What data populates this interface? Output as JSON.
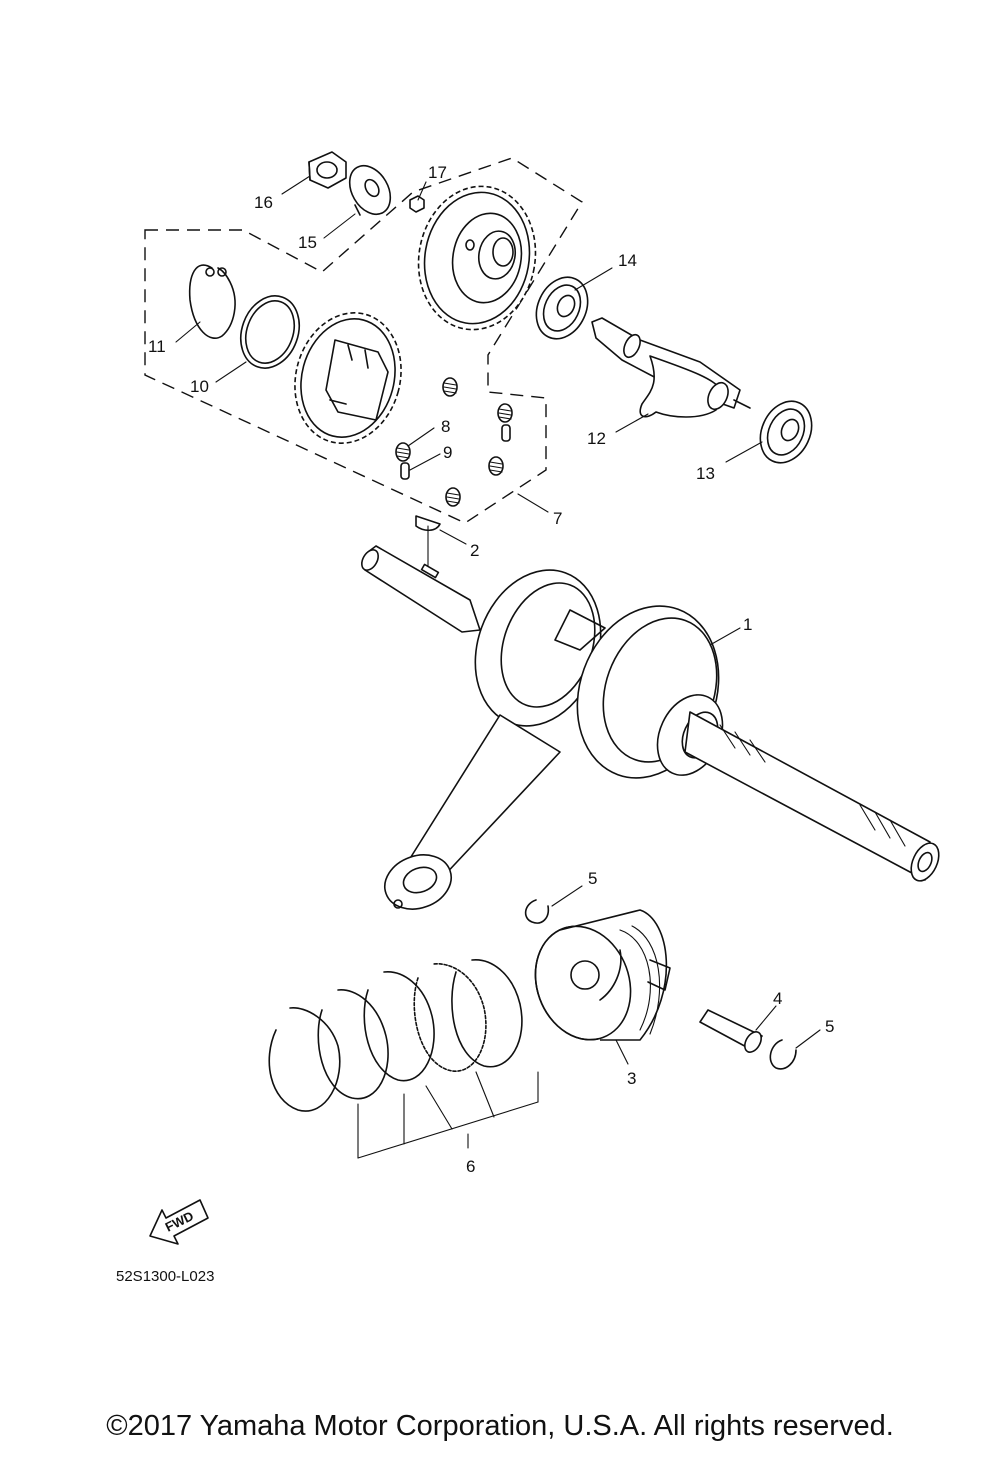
{
  "diagram": {
    "part_labels": [
      {
        "id": "1",
        "text": "1"
      },
      {
        "id": "2",
        "text": "2"
      },
      {
        "id": "3",
        "text": "3"
      },
      {
        "id": "4",
        "text": "4"
      },
      {
        "id": "5a",
        "text": "5"
      },
      {
        "id": "5b",
        "text": "5"
      },
      {
        "id": "6",
        "text": "6"
      },
      {
        "id": "7",
        "text": "7"
      },
      {
        "id": "8",
        "text": "8"
      },
      {
        "id": "9",
        "text": "9"
      },
      {
        "id": "10",
        "text": "10"
      },
      {
        "id": "11",
        "text": "11"
      },
      {
        "id": "12",
        "text": "12"
      },
      {
        "id": "13",
        "text": "13"
      },
      {
        "id": "14",
        "text": "14"
      },
      {
        "id": "15",
        "text": "15"
      },
      {
        "id": "16",
        "text": "16"
      },
      {
        "id": "17",
        "text": "17"
      }
    ],
    "fwd_label": "FWD",
    "diagram_code": "52S1300-L023"
  },
  "footer": {
    "copyright": "©2017 Yamaha Motor Corporation, U.S.A. All rights reserved."
  },
  "colors": {
    "line": "#111111",
    "background": "#ffffff"
  }
}
